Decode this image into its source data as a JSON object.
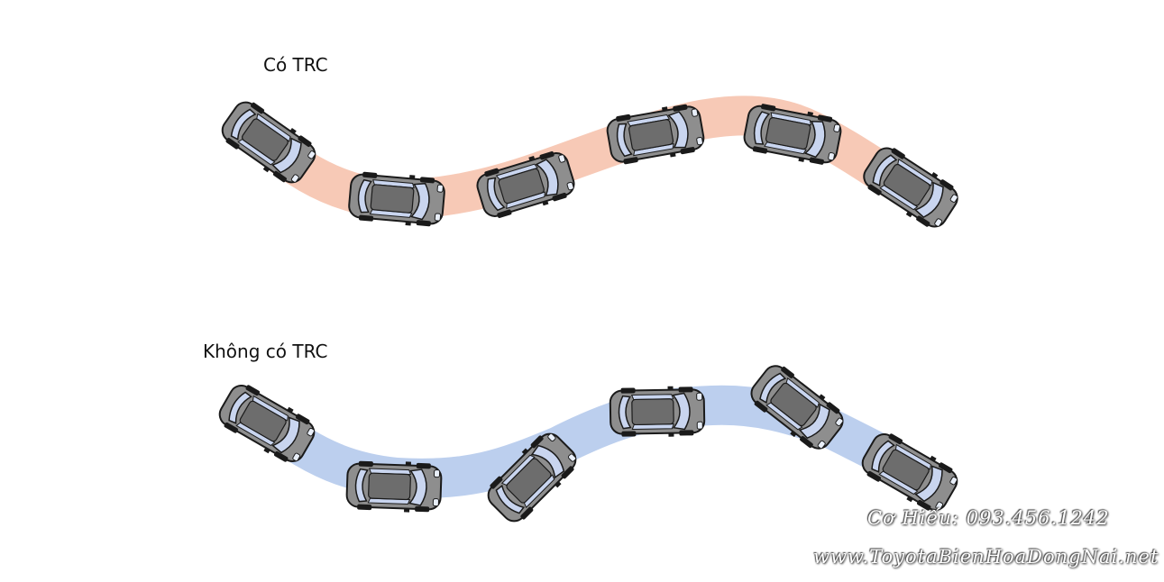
{
  "diagram": {
    "label_with_trc": "Có TRC",
    "label_without_trc": "Không có TRC",
    "path_colors": {
      "with_trc": "#f7c9b6",
      "without_trc": "#bccfee"
    },
    "car_colors": {
      "body": "#8a8a8a",
      "roof": "#6f6f6f",
      "glass": "#c7d3ee",
      "outline": "#1a1a1a"
    }
  },
  "watermark": {
    "line1": "Cơ Hiếu: 093.456.1242",
    "line2": "www.ToyotaBienHoaDongNai.net"
  }
}
